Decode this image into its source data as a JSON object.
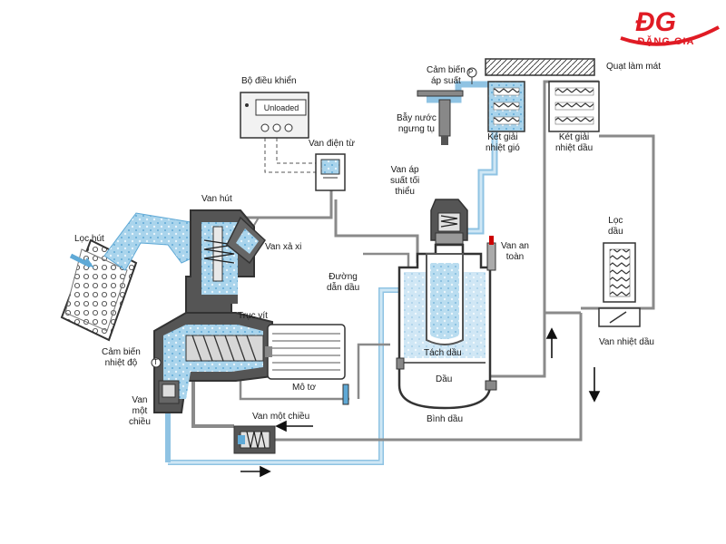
{
  "brand": {
    "logo_mark": "ĐG",
    "name": "ĐẶNG GIA",
    "color": "#e01b24"
  },
  "colors": {
    "flow": "#a9d4ec",
    "flow_dark": "#5fa9d6",
    "housing": "#555555",
    "pipe": "#9a9a9a"
  },
  "controller": {
    "title": "Bộ điều khiển",
    "display": "Unloaded"
  },
  "labels": {
    "controller": "Bộ điều khiển",
    "solenoid_valve": "Van điện từ",
    "suction_valve": "Van hút",
    "relief_valve": "Van xả xi",
    "intake_filter": "Lọc hút",
    "screw_shaft": "Trục vít",
    "temp_sensor": [
      "Cảm biến",
      "nhiệt độ"
    ],
    "check_valve_left": [
      "Van",
      "một",
      "chiều"
    ],
    "check_valve_bottom": "Van một chiều",
    "motor": "Mô tơ",
    "oil_line": [
      "Đường",
      "dẫn dầu"
    ],
    "min_pressure_valve": [
      "Van áp",
      "suất tối",
      "thiểu"
    ],
    "safety_valve": [
      "Van an",
      "toàn"
    ],
    "separator": "Tách dầu",
    "oil": "Dầu",
    "oil_tank": "Bình dầu",
    "pressure_sensor": [
      "Cảm biến",
      "áp suất"
    ],
    "condensate_trap": [
      "Bẫy nước",
      "ngưng tụ"
    ],
    "air_cooler": [
      "Két giải",
      "nhiệt gió"
    ],
    "oil_cooler": [
      "Két giải",
      "nhiệt dầu"
    ],
    "cooling_fan": "Quạt làm mát",
    "oil_filter": [
      "Lọc",
      "dầu"
    ],
    "thermo_valve": "Van nhiệt dầu",
    "pressure_mark": "P",
    "temp_mark": "T"
  }
}
